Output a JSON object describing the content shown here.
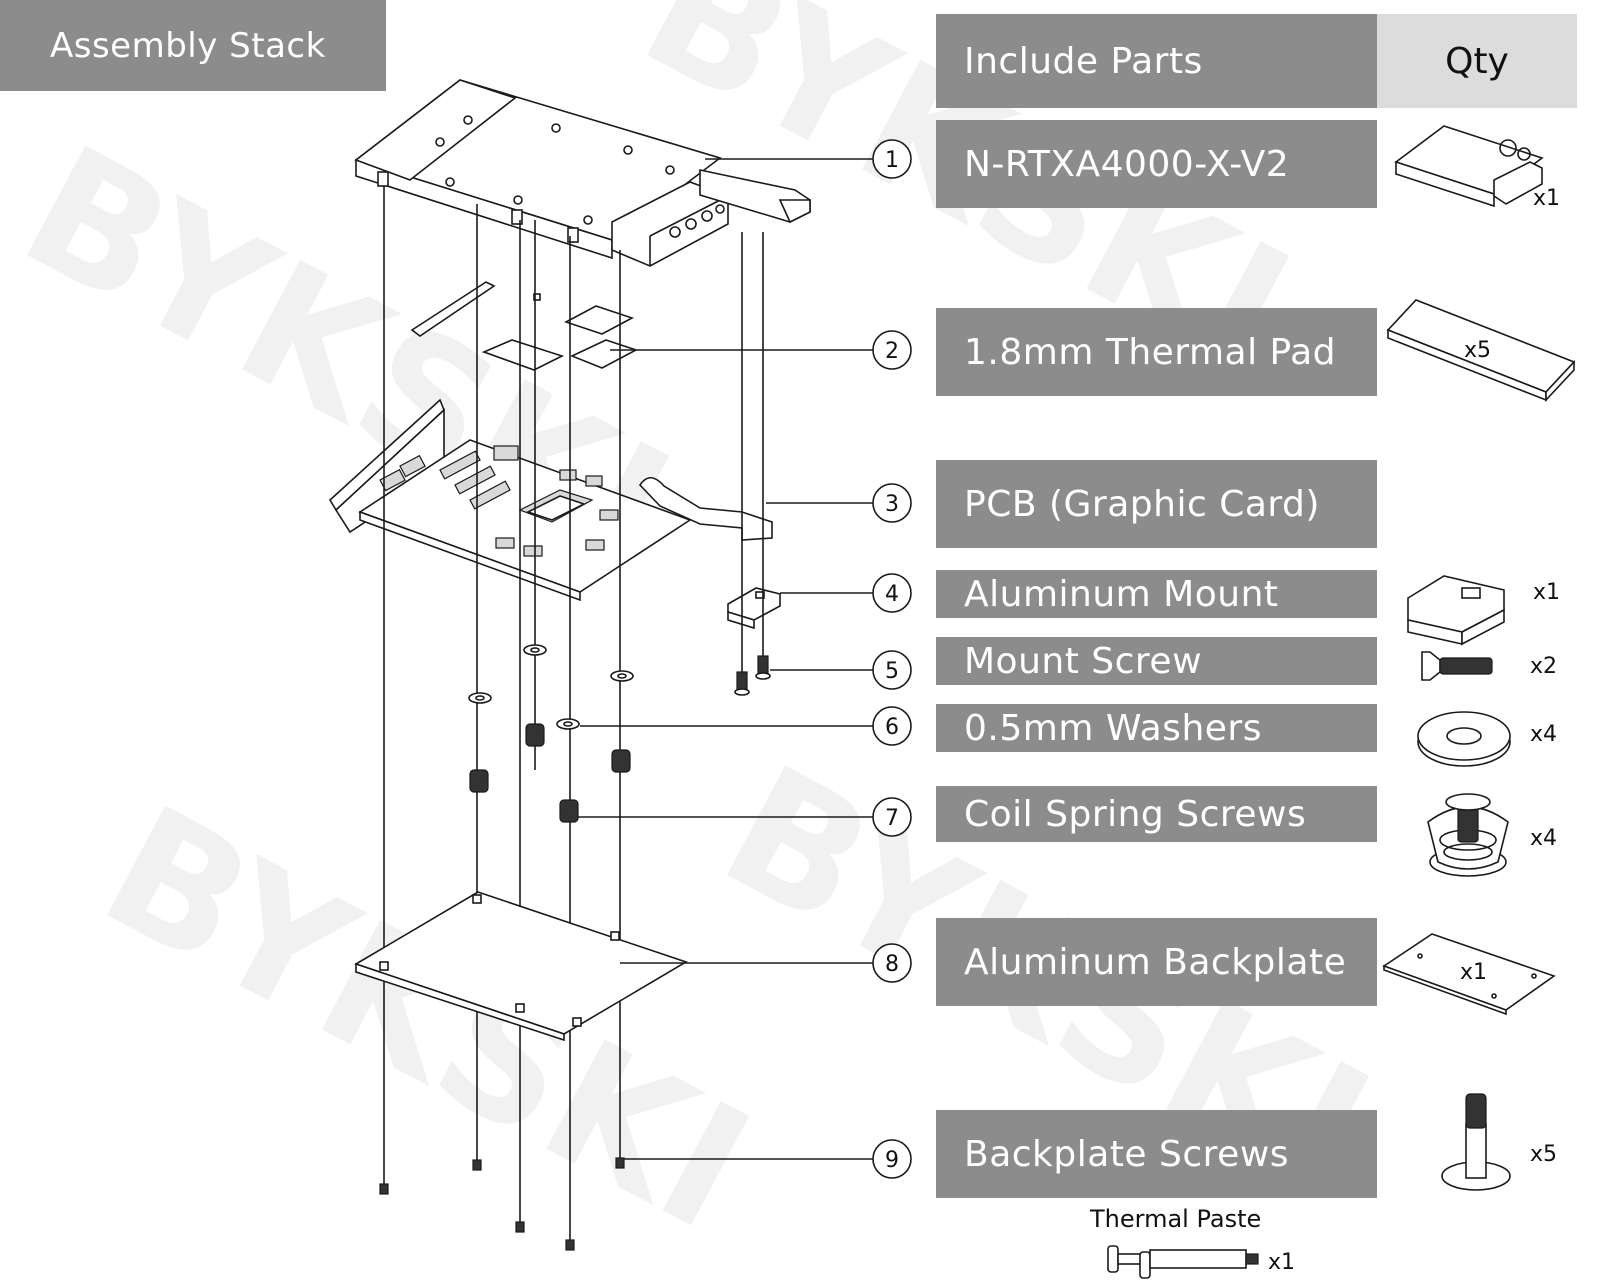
{
  "title": "Assembly Stack",
  "table": {
    "parts_header": "Include Parts",
    "qty_header": "Qty"
  },
  "parts": [
    {
      "number": "1",
      "name": "N-RTXA4000-X-V2",
      "qty": "x1"
    },
    {
      "number": "2",
      "name": "1.8mm Thermal Pad",
      "qty": "x5"
    },
    {
      "number": "3",
      "name": "PCB (Graphic Card)",
      "qty": ""
    },
    {
      "number": "4",
      "name": "Aluminum Mount",
      "qty": "x1"
    },
    {
      "number": "5",
      "name": "Mount Screw",
      "qty": "x2"
    },
    {
      "number": "6",
      "name": "0.5mm Washers",
      "qty": "x4"
    },
    {
      "number": "7",
      "name": "Coil Spring Screws",
      "qty": "x4"
    },
    {
      "number": "8",
      "name": "Aluminum Backplate",
      "qty": "x1"
    },
    {
      "number": "9",
      "name": "Backplate Screws",
      "qty": "x5"
    }
  ],
  "extra": {
    "name": "Thermal Paste",
    "qty": "x1"
  },
  "watermark": "BYKSKI"
}
